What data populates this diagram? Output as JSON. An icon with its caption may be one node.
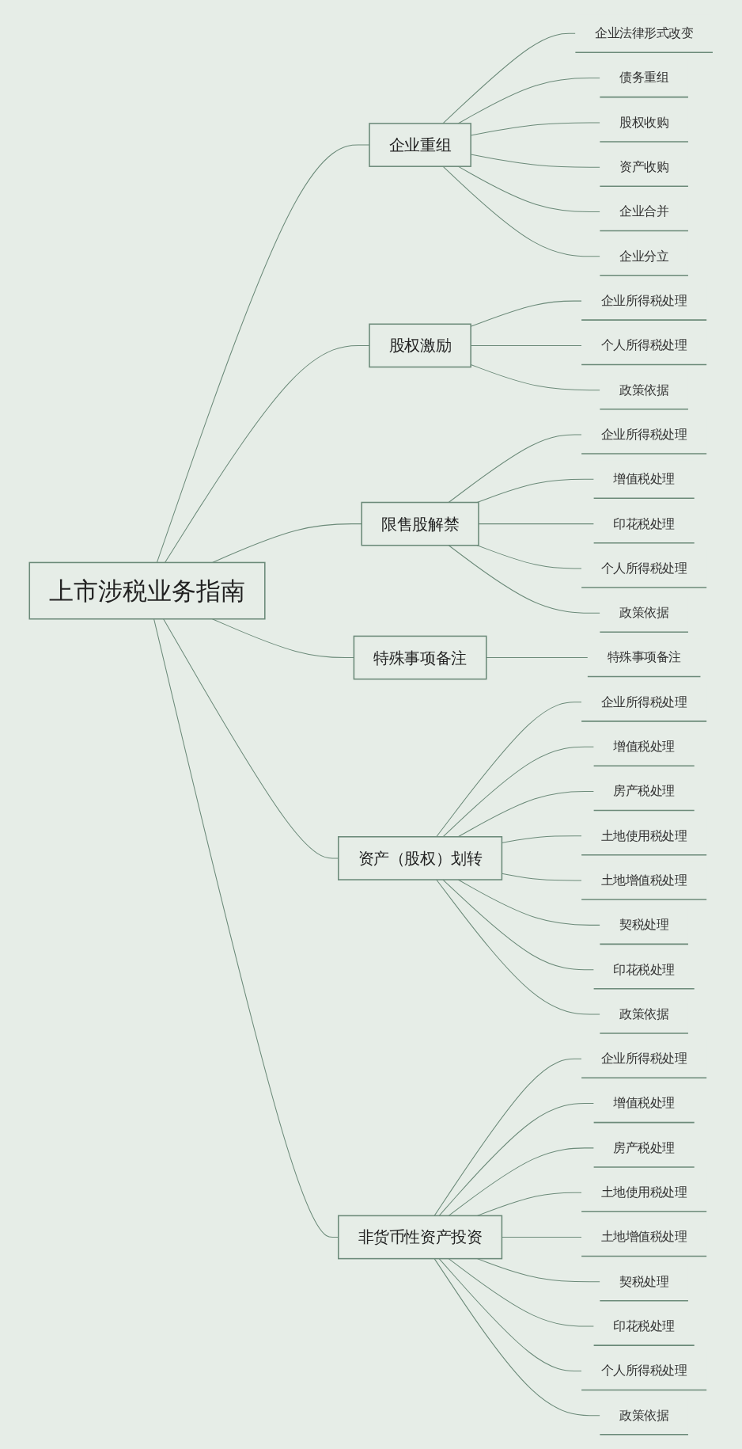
{
  "diagram": {
    "nodes": [
      {
        "text": [
          "上市涉税业务指南"
        ]
      },
      {
        "text": [
          "企业重组"
        ]
      },
      {
        "text": [
          "企业法律形式改变"
        ]
      },
      {
        "text": [
          "债务重组"
        ]
      },
      {
        "text": [
          "股权收购"
        ]
      },
      {
        "text": [
          "资产收购"
        ]
      },
      {
        "text": [
          "企业合并"
        ]
      },
      {
        "text": [
          "企业分立"
        ]
      },
      {
        "text": [
          "股权激励"
        ]
      },
      {
        "text": [
          "企业所得税处理"
        ]
      },
      {
        "text": [
          "个人所得税处理"
        ]
      },
      {
        "text": [
          "政策依据"
        ]
      },
      {
        "text": [
          "限售股解禁"
        ]
      },
      {
        "text": [
          "企业所得税处理"
        ]
      },
      {
        "text": [
          "增值税处理"
        ]
      },
      {
        "text": [
          "印花税处理"
        ]
      },
      {
        "text": [
          "个人所得税处理"
        ]
      },
      {
        "text": [
          "政策依据"
        ]
      },
      {
        "text": [
          "特殊事项备注"
        ]
      },
      {
        "text": [
          "特殊事项备注"
        ]
      },
      {
        "text": [
          "资产（股权）划转"
        ]
      },
      {
        "text": [
          "企业所得税处理"
        ]
      },
      {
        "text": [
          "增值税处理"
        ]
      },
      {
        "text": [
          "房产税处理"
        ]
      },
      {
        "text": [
          "土地使用税处理"
        ]
      },
      {
        "text": [
          "土地增值税处理"
        ]
      },
      {
        "text": [
          "契税处理"
        ]
      },
      {
        "text": [
          "印花税处理"
        ]
      },
      {
        "text": [
          "政策依据"
        ]
      },
      {
        "text": [
          "非货币性资产投资"
        ]
      },
      {
        "text": [
          "企业所得税处理"
        ]
      },
      {
        "text": [
          "增值税处理"
        ]
      },
      {
        "text": [
          "房产税处理"
        ]
      },
      {
        "text": [
          "土地使用税处理"
        ]
      },
      {
        "text": [
          "土地增值税处理"
        ]
      },
      {
        "text": [
          "契税处理"
        ]
      },
      {
        "text": [
          "印花税处理"
        ]
      },
      {
        "text": [
          "个人所得税处理"
        ]
      },
      {
        "text": [
          "政策依据"
        ]
      }
    ],
    "edges": [
      {
        "from": 0,
        "to": 1,
        "arrow": "none"
      },
      {
        "from": 1,
        "to": 2,
        "arrow": "none"
      },
      {
        "from": 1,
        "to": 3,
        "arrow": "none"
      },
      {
        "from": 1,
        "to": 4,
        "arrow": "none"
      },
      {
        "from": 1,
        "to": 5,
        "arrow": "none"
      },
      {
        "from": 1,
        "to": 6,
        "arrow": "none"
      },
      {
        "from": 1,
        "to": 7,
        "arrow": "none"
      },
      {
        "from": 0,
        "to": 8,
        "arrow": "none"
      },
      {
        "from": 8,
        "to": 9,
        "arrow": "none"
      },
      {
        "from": 8,
        "to": 10,
        "arrow": "none"
      },
      {
        "from": 8,
        "to": 11,
        "arrow": "none"
      },
      {
        "from": 0,
        "to": 12,
        "arrow": "none"
      },
      {
        "from": 12,
        "to": 13,
        "arrow": "none"
      },
      {
        "from": 12,
        "to": 14,
        "arrow": "none"
      },
      {
        "from": 12,
        "to": 15,
        "arrow": "none"
      },
      {
        "from": 12,
        "to": 16,
        "arrow": "none"
      },
      {
        "from": 12,
        "to": 17,
        "arrow": "none"
      },
      {
        "from": 0,
        "to": 18,
        "arrow": "none"
      },
      {
        "from": 18,
        "to": 19,
        "arrow": "none"
      },
      {
        "from": 0,
        "to": 20,
        "arrow": "none"
      },
      {
        "from": 20,
        "to": 21,
        "arrow": "none"
      },
      {
        "from": 20,
        "to": 22,
        "arrow": "none"
      },
      {
        "from": 20,
        "to": 23,
        "arrow": "none"
      },
      {
        "from": 20,
        "to": 24,
        "arrow": "none"
      },
      {
        "from": 20,
        "to": 25,
        "arrow": "none"
      },
      {
        "from": 20,
        "to": 26,
        "arrow": "none"
      },
      {
        "from": 20,
        "to": 27,
        "arrow": "none"
      },
      {
        "from": 20,
        "to": 28,
        "arrow": "none"
      },
      {
        "from": 0,
        "to": 29,
        "arrow": "none"
      },
      {
        "from": 29,
        "to": 30,
        "arrow": "none"
      },
      {
        "from": 29,
        "to": 31,
        "arrow": "none"
      },
      {
        "from": 29,
        "to": 32,
        "arrow": "none"
      },
      {
        "from": 29,
        "to": 33,
        "arrow": "none"
      },
      {
        "from": 29,
        "to": 34,
        "arrow": "none"
      },
      {
        "from": 29,
        "to": 35,
        "arrow": "none"
      },
      {
        "from": 29,
        "to": 36,
        "arrow": "none"
      },
      {
        "from": 29,
        "to": 37,
        "arrow": "none"
      },
      {
        "from": 29,
        "to": 38,
        "arrow": "none"
      }
    ]
  }
}
